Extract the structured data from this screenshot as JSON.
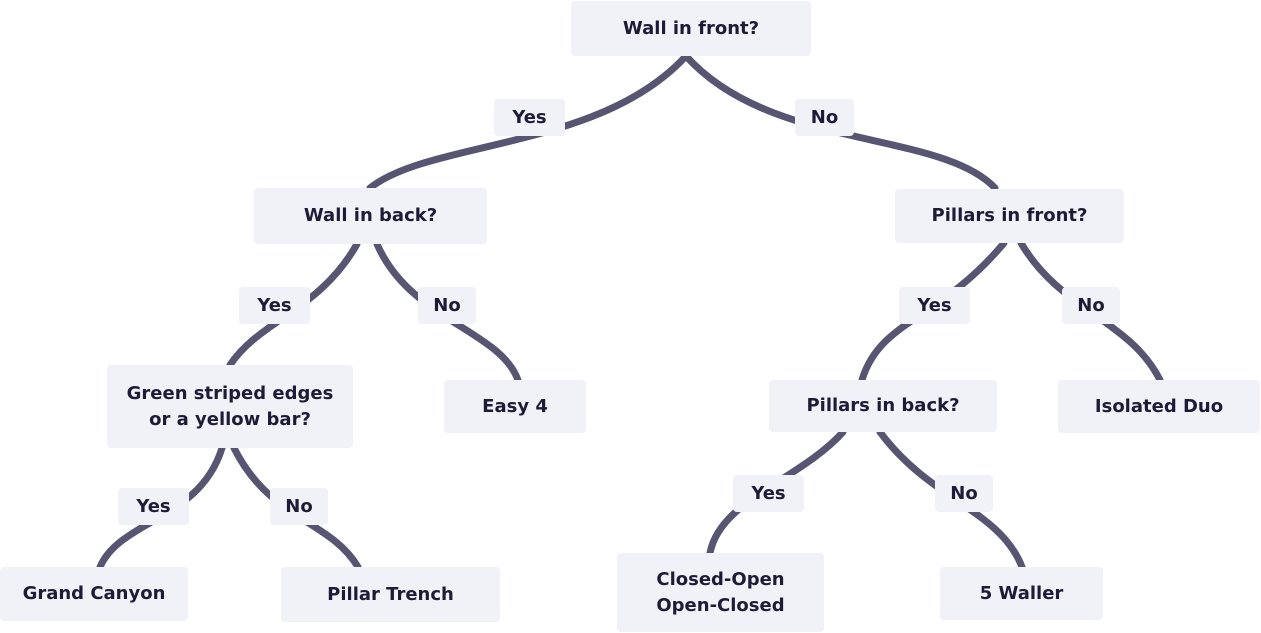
{
  "colors": {
    "edge": "#575571",
    "box": "#f1f1f8",
    "text": "#1c1c36"
  },
  "nodes": {
    "root": "Wall in front?",
    "wall_in_back": "Wall in back?",
    "pillars_in_front": "Pillars in front?",
    "green_striped": "Green striped edges\nor a yellow bar?",
    "easy_4": "Easy 4",
    "pillars_in_back": "Pillars in back?",
    "isolated_duo": "Isolated Duo",
    "grand_canyon": "Grand Canyon",
    "pillar_trench": "Pillar Trench",
    "closed_open": "Closed-Open\nOpen-Closed",
    "five_waller": "5 Waller"
  },
  "edge_labels": {
    "root_yes": "Yes",
    "root_no": "No",
    "back_yes": "Yes",
    "back_no": "No",
    "front_yes": "Yes",
    "front_no": "No",
    "green_yes": "Yes",
    "green_no": "No",
    "pback_yes": "Yes",
    "pback_no": "No"
  }
}
